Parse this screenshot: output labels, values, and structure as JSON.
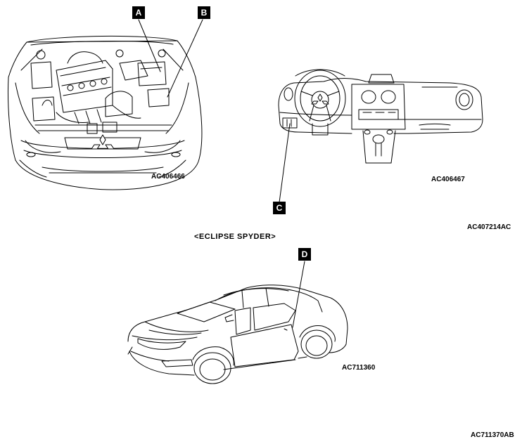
{
  "callouts": {
    "a": "A",
    "b": "B",
    "c": "C",
    "d": "D"
  },
  "figure_codes": {
    "engine": "AC406466",
    "dashboard": "AC406467",
    "group_top": "AC407214AC",
    "vehicle": "AC711360",
    "overall": "AC711370AB"
  },
  "model_heading": "<ECLIPSE SPYDER>",
  "icons": [
    "mitsubishi-logo-icon"
  ]
}
